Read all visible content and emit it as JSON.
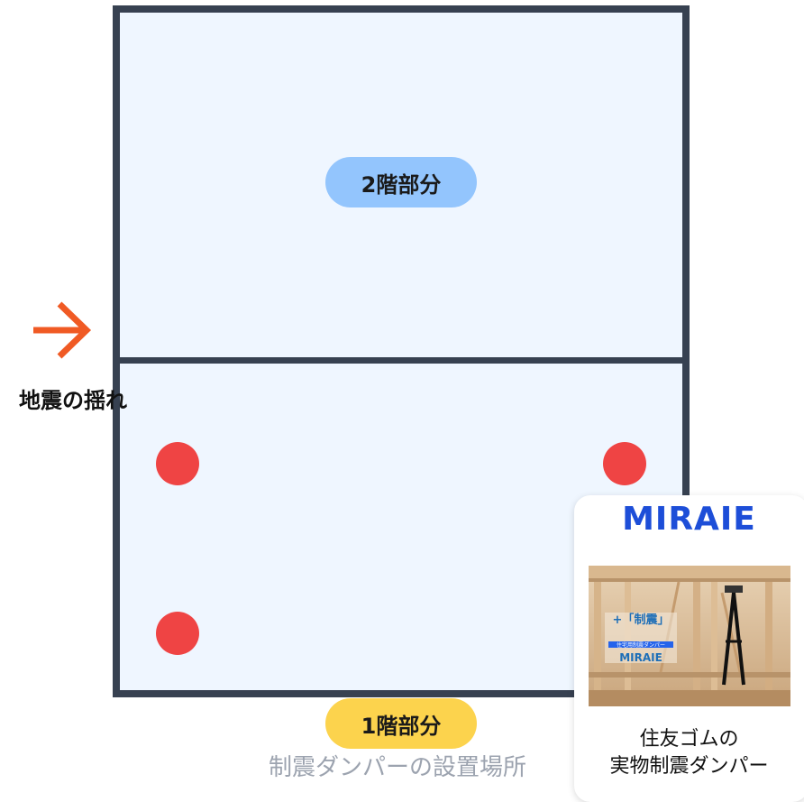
{
  "floors": {
    "upper_label": "2階部分",
    "lower_label": "1階部分"
  },
  "earthquake": {
    "label": "地震の揺れ",
    "arrow_icon": "arrow-right-icon",
    "arrow_color": "#f05a24"
  },
  "caption": "制震ダンパーの設置場所",
  "damper_marker_color": "#ef4444",
  "product_card": {
    "title": "MIRAIE",
    "image_text": {
      "headline": "+「制震」",
      "tagline": "住宅用制震ダンパー",
      "brand": "MIRAIE"
    },
    "description_line1": "住友ゴムの",
    "description_line2": "実物制震ダンパー"
  },
  "colors": {
    "wall": "#374151",
    "building_fill": "#eff6ff",
    "upper_pill": "#93c5fd",
    "lower_pill": "#fcd34d",
    "brand_blue": "#1d4ed8"
  }
}
